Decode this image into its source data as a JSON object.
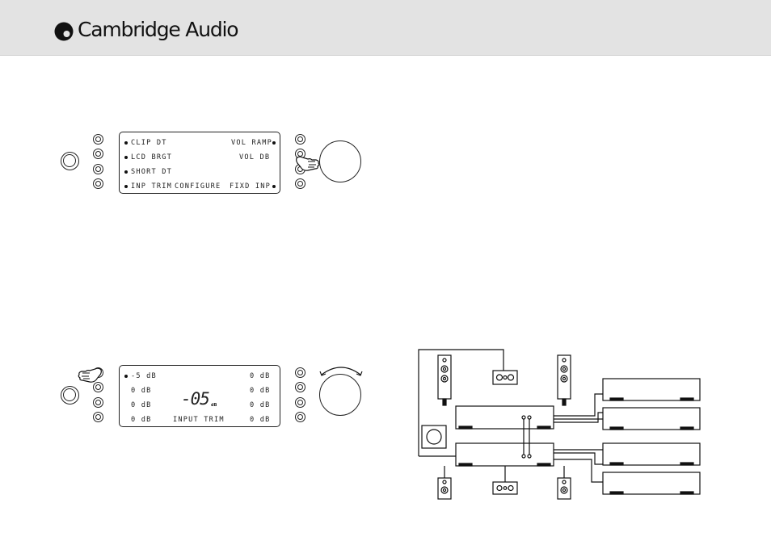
{
  "brand": {
    "name": "Cambridge Audio",
    "logo_icon": "cambridge-audio-logo-icon"
  },
  "panel_configure": {
    "left_labels": [
      "CLIP DT",
      "LCD BRGT",
      "SHORT DT",
      "INP TRIM"
    ],
    "right_labels": [
      "VOL RAMP",
      "VOL DB",
      "",
      "FIXD INP"
    ],
    "mode": "CONFIGURE"
  },
  "panel_trim": {
    "left_values": [
      "-5 dB",
      "0 dB",
      "0 dB",
      "0 dB"
    ],
    "right_values": [
      "0 dB",
      "0 dB",
      "0 dB",
      "0 dB"
    ],
    "readout": "-05",
    "readout_unit": "dB",
    "mode": "INPUT TRIM"
  },
  "icons": [
    "pointing-hand-icon",
    "rotate-arrow-icon",
    "speaker-icon",
    "subwoofer-icon",
    "amplifier-icon",
    "source-component-icon"
  ]
}
